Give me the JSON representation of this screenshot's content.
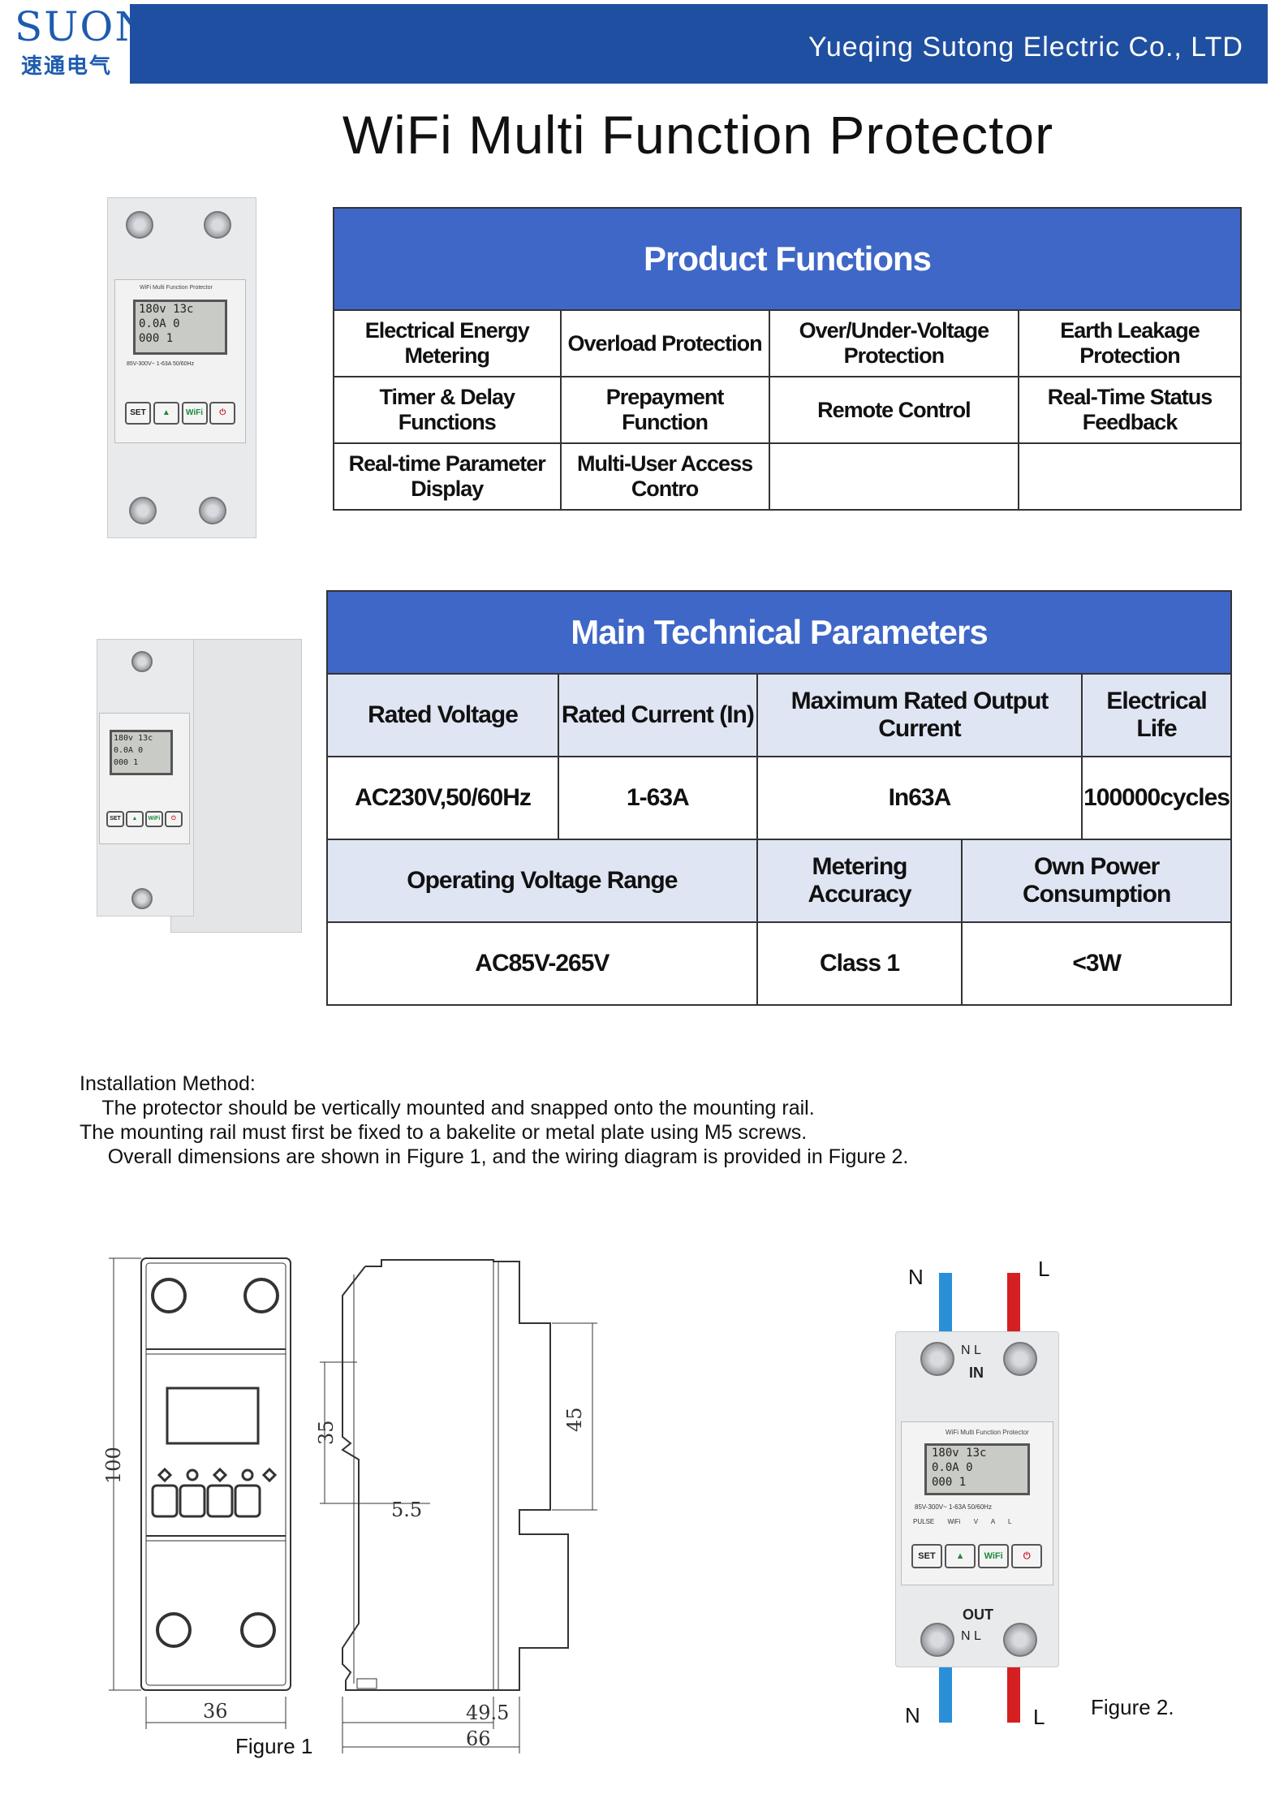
{
  "header": {
    "logo_mark": "SUON",
    "logo_cn": "速通电气",
    "company": "Yueqing Sutong Electric Co., LTD"
  },
  "title": "WiFi Multi Function Protector",
  "device": {
    "label": "WiFi Multi Function Protector",
    "lcd_row1": "180v 13c",
    "lcd_row2": "0.0A 0",
    "lcd_row3": "000 1",
    "rating": "85V-300V~ 1-63A 50/60Hz",
    "indicators": [
      "PULSE",
      "WiFi",
      "V",
      "A",
      "L"
    ],
    "buttons": [
      "SET",
      "▲",
      "WiFi",
      "⏻"
    ],
    "top_label": "IN",
    "bottom_label": "OUT",
    "terminal_letters": "N L"
  },
  "functions": {
    "heading": "Product Functions",
    "rows": [
      [
        "Electrical Energy Metering",
        "Overload Protection",
        "Over/Under-Voltage Protection",
        "Earth Leakage Protection"
      ],
      [
        "Timer & Delay Functions",
        "Prepayment Function",
        "Remote Control",
        "Real-Time Status Feedback"
      ],
      [
        "Real-time Parameter Display",
        "Multi-User Access Contro",
        "",
        ""
      ]
    ]
  },
  "params": {
    "heading": "Main Technical Parameters",
    "h1": [
      "Rated Voltage",
      "Rated Current (In)",
      "Maximum Rated Output Current",
      "Electrical Life"
    ],
    "v1": [
      "AC230V,50/60Hz",
      "1-63A",
      "In63A",
      "100000cycles"
    ],
    "h2": [
      "Operating Voltage Range",
      "Metering Accuracy",
      "Own Power Consumption"
    ],
    "v2": [
      "AC85V-265V",
      "Class 1",
      "<3W"
    ]
  },
  "install": {
    "lines": [
      "Installation Method:",
      "    The protector should be vertically mounted and snapped onto the mounting rail.",
      "The mounting rail must first be fixed to a bakelite or metal plate using M5 screws.",
      "     Overall dimensions are shown in Figure 1, and the wiring diagram is provided in Figure 2."
    ]
  },
  "figure1": {
    "caption": "Figure 1",
    "dim_height": "100",
    "dim_width": "36",
    "dim_35": "35",
    "dim_45": "45",
    "dim_55": "5.5",
    "dim_495": "49.5",
    "dim_66": "66"
  },
  "figure2": {
    "caption": "Figure 2.",
    "n_top": "N",
    "l_top": "L",
    "n_bottom": "N",
    "l_bottom": "L",
    "wire_blue": "#2a8fd6",
    "wire_red": "#d42020"
  }
}
